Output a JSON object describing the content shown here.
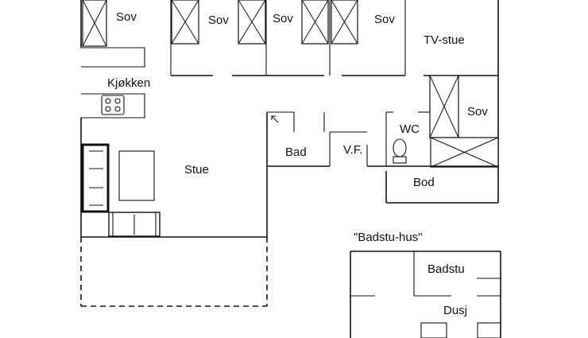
{
  "plan": {
    "rooms": {
      "sov_1": "Sov",
      "sov_2": "Sov",
      "sov_3": "Sov",
      "sov_4": "Sov",
      "tv_stue": "TV-stue",
      "kjokken": "Kjøkken",
      "sov_5": "Sov",
      "wc": "WC",
      "bad": "Bad",
      "vf": "V.F.",
      "stue": "Stue",
      "bod": "Bod",
      "badstu_hus": "\"Badstu-hus\"",
      "badstu": "Badstu",
      "dusj": "Dusj"
    }
  }
}
